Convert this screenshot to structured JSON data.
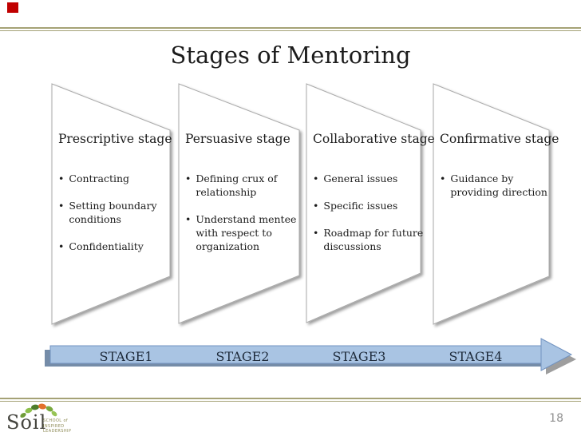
{
  "ui": {
    "bullet_char": "•"
  },
  "slide": {
    "title": "Stages of Mentoring",
    "page_number": "18"
  },
  "stages": [
    {
      "panel_title": "Prescriptive stage",
      "bullets": [
        "Contracting",
        "Setting boundary conditions",
        "Confidentiality"
      ],
      "arrow_label": "STAGE1"
    },
    {
      "panel_title": "Persuasive stage",
      "bullets": [
        "Defining crux of relationship",
        "Understand mentee with respect to organization"
      ],
      "arrow_label": "STAGE2"
    },
    {
      "panel_title": "Collaborative stage",
      "bullets": [
        "General issues",
        "Specific issues",
        "Roadmap for future discussions"
      ],
      "arrow_label": "STAGE3"
    },
    {
      "panel_title": "Confirmative stage",
      "bullets": [
        "Guidance by providing direction"
      ],
      "arrow_label": "STAGE4"
    }
  ],
  "footer": {
    "logo_word": "Soil",
    "logo_lines": [
      "SCHOOL of",
      "INSPIRED",
      "LEADERSHIP"
    ]
  },
  "colors": {
    "rule_line": "#a5a276",
    "panel_fill": "#ffffff",
    "panel_border": "#aaaaaa",
    "arrow_fill": "#a9c4e3",
    "arrow_border": "#7293c0",
    "arrow_shadow": "#66809f",
    "arrowhead_shadow": "#9e9e9e",
    "stage_label_text": "#1e2b3b",
    "title_text": "#1c1c1c",
    "page_number_text": "#8f8f8f",
    "logo_text": "#45453f",
    "logo_subtext": "#8d8a55",
    "logo_green": "#76a83c",
    "logo_orange": "#e2702b",
    "red_marker": "#c00000"
  }
}
